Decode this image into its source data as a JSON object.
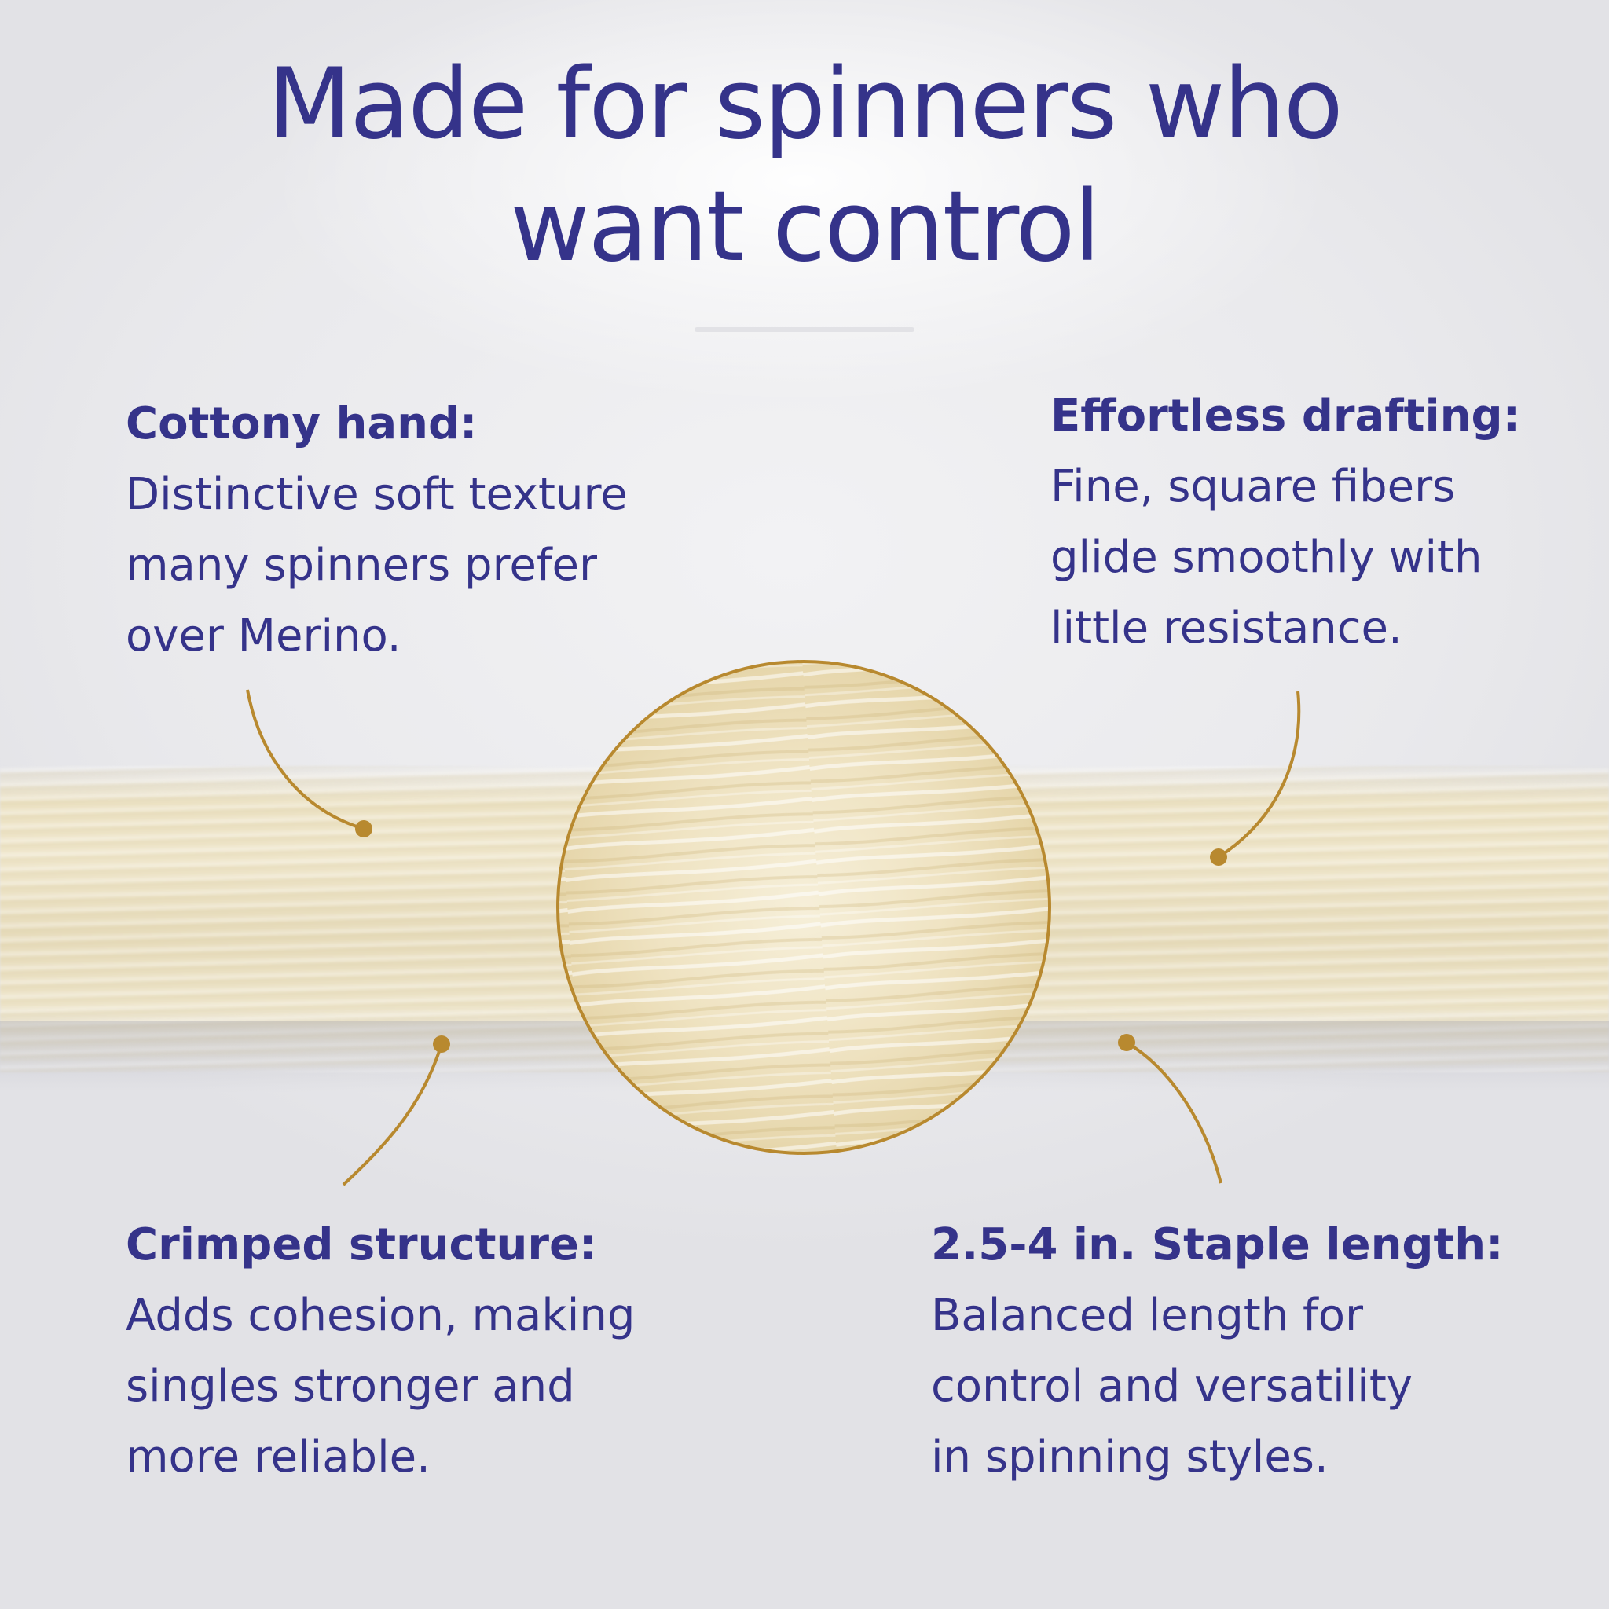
{
  "title": {
    "line1": "Made for spinners who",
    "line2": "want control"
  },
  "features": {
    "top_left": {
      "heading": "Cottony hand:",
      "lines": [
        "Distinctive soft texture",
        "many spinners prefer",
        "over Merino."
      ]
    },
    "top_right": {
      "heading": "Effortless drafting:",
      "lines": [
        "Fine, square fibers",
        "glide smoothly with",
        "little resistance."
      ]
    },
    "bottom_left": {
      "heading": "Crimped structure:",
      "lines": [
        "Adds cohesion, making",
        "singles stronger and",
        "more reliable."
      ]
    },
    "bottom_right": {
      "heading": "2.5-4 in. Staple length:",
      "lines": [
        "Balanced length for",
        "control and versatility",
        "in spinning styles."
      ]
    }
  },
  "colors": {
    "text": "#35338a",
    "accent": "#b8892f",
    "fiber": "#ece2c4"
  }
}
